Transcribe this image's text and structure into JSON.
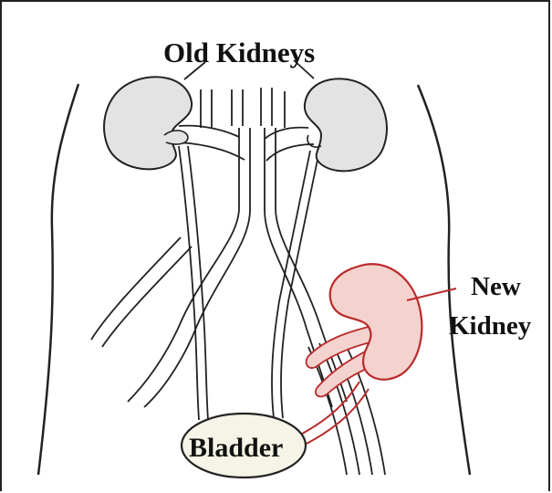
{
  "labels": {
    "old_kidneys": "Old Kidneys",
    "new_kidney_line1": "New",
    "new_kidney_line2": "Kidney",
    "bladder": "Bladder"
  },
  "colors": {
    "frame": "#222222",
    "outline": "#222222",
    "old_kidney_fill": "#e3e3e3",
    "new_kidney_fill": "#f4d3cf",
    "new_kidney_stroke": "#bb2a2a",
    "bladder_fill": "#f6f4e6"
  }
}
